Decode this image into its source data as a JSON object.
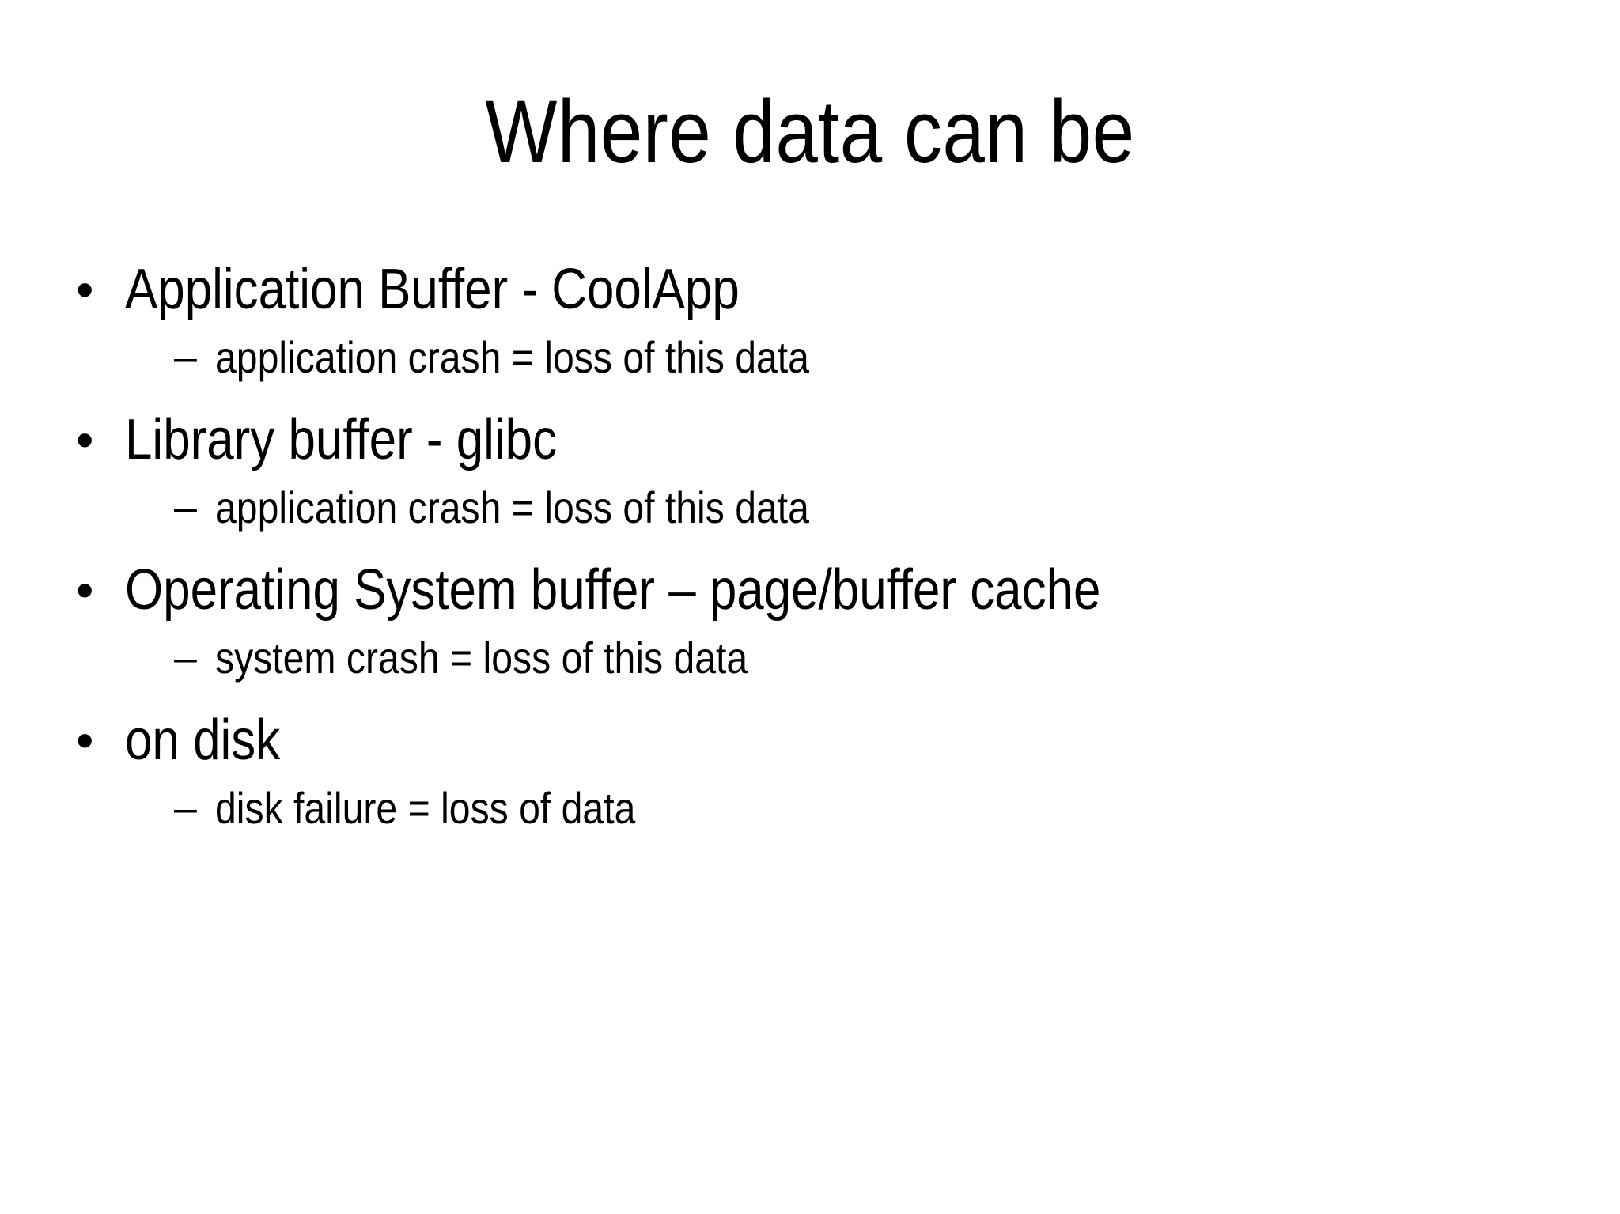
{
  "slide": {
    "title": "Where data can be",
    "background_color": "#ffffff",
    "text_color": "#000000",
    "bullet_marker": "•",
    "subbullet_marker": "–",
    "groups": [
      {
        "bullet": "Application Buffer - CoolApp",
        "sub": [
          "application crash = loss of this data"
        ]
      },
      {
        "bullet": "Library buffer - glibc",
        "sub": [
          "application crash = loss of this data"
        ]
      },
      {
        "bullet": "Operating System buffer – page/buffer cache",
        "sub": [
          "system crash = loss of this data"
        ]
      },
      {
        "bullet": "on disk",
        "sub": [
          "disk failure = loss of data"
        ]
      }
    ]
  }
}
